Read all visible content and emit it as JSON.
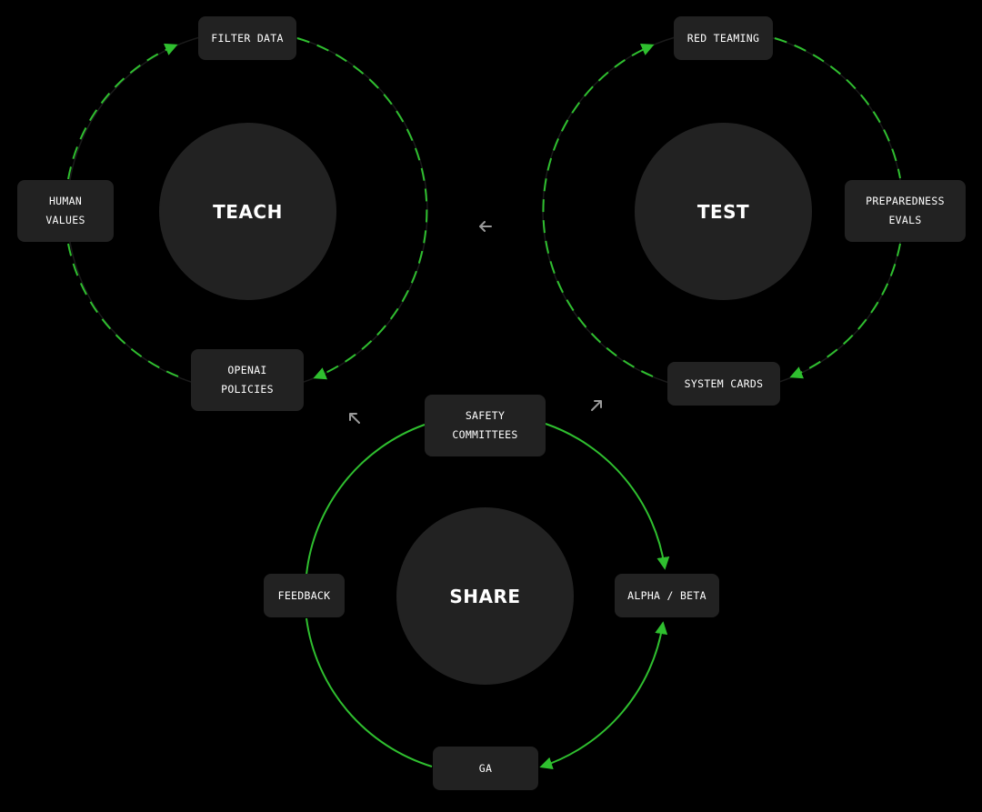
{
  "cycles": {
    "teach": {
      "label": "TEACH",
      "nodes": {
        "filter_data": "FILTER DATA",
        "human_values": [
          "HUMAN",
          "VALUES"
        ],
        "openai_policies": [
          "OPENAI",
          "POLICIES"
        ]
      }
    },
    "test": {
      "label": "TEST",
      "nodes": {
        "red_teaming": "RED TEAMING",
        "preparedness_evals": [
          "PREPAREDNESS",
          "EVALS"
        ],
        "system_cards": "SYSTEM CARDS"
      }
    },
    "share": {
      "label": "SHARE",
      "nodes": {
        "safety_committees": [
          "SAFETY",
          "COMMITTEES"
        ],
        "alpha_beta": "ALPHA / BETA",
        "ga": "GA",
        "feedback": "FEEDBACK"
      }
    }
  },
  "colors": {
    "accent": "#2fbf2f",
    "background": "#000000",
    "node_fill": "#222222",
    "text": "#ffffff",
    "connector_arrows": "#9a9a9a"
  },
  "icons": {
    "between_test_and_teach": "arrow-left-icon",
    "share_to_teach": "arrow-up-left-icon",
    "share_to_test": "arrow-up-right-icon"
  }
}
